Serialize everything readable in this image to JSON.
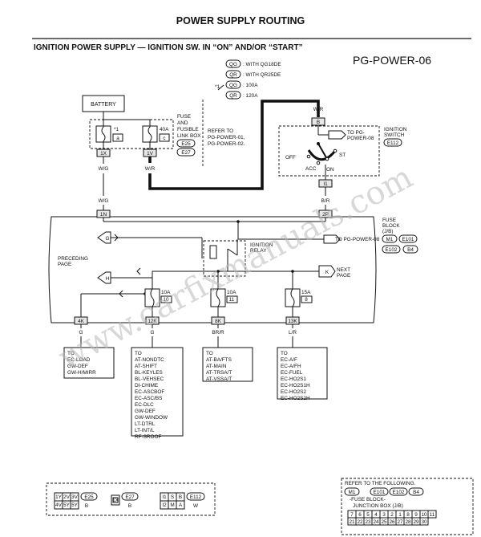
{
  "header": {
    "title": "POWER SUPPLY ROUTING",
    "subtitle": "IGNITION POWER SUPPLY — IGNITION SW. IN “ON” AND/OR “START”",
    "page_id": "PG-POWER-06"
  },
  "legend": {
    "items": [
      {
        "code": "QG",
        "text": ": WITH QG18DE"
      },
      {
        "code": "QR",
        "text": ": WITH QR25DE"
      },
      {
        "code": "QG",
        "text": ": 100A",
        "mark": "*1"
      },
      {
        "code": "QR",
        "text": ": 120A"
      }
    ]
  },
  "battery": {
    "label": "BATTERY"
  },
  "fusible_link_box": {
    "label_lines": [
      "FUSE",
      "AND",
      "FUSIBLE",
      "LINK BOX"
    ],
    "connectors": [
      "E25",
      "E27"
    ],
    "link_a": {
      "mark": "*1",
      "letter": "a"
    },
    "link_c": {
      "rating": "40A",
      "letter": "c"
    },
    "pins": [
      "1X",
      "1V"
    ],
    "refer_lines": [
      "REFER TO",
      "PG-POWER-01,",
      "PG-POWER-02."
    ]
  },
  "wires": {
    "wg_upper": "W/G",
    "wr_upper": "W/R",
    "wr_top": "W/R",
    "wg_lower": "W/G",
    "br": "B/R"
  },
  "ignition_switch": {
    "label_lines": [
      "IGNITION",
      "SWITCH"
    ],
    "connector": "E112",
    "pin_top": "B",
    "pin_bottom": "I1",
    "to_label_lines": [
      "TO PG-",
      "POWER-08"
    ],
    "positions": {
      "off": "OFF",
      "acc": "ACC",
      "on": "ON",
      "st": "ST"
    }
  },
  "fuse_block": {
    "label_lines": [
      "FUSE",
      "BLOCK",
      "(J/B)"
    ],
    "connectors": [
      "M1",
      "E101",
      "E102",
      "B4"
    ],
    "pin_left": "1N",
    "pin_right": "2P",
    "preceding_lines": [
      "PRECEDING",
      "PAGE"
    ],
    "next_lines": [
      "NEXT",
      "PAGE"
    ],
    "relay_lines": [
      "IGNITION",
      "RELAY"
    ],
    "relay_to": "TO PG-POWER-08",
    "conn_g": "G",
    "conn_h": "H",
    "conn_k": "K",
    "fuses": [
      {
        "rating": "10A",
        "num": "10",
        "pin": "12K",
        "wire": "G"
      },
      {
        "rating": "10A",
        "num": "11",
        "pin": "8K",
        "wire": "BR/R"
      },
      {
        "rating": "15A",
        "num": "8",
        "pin": "13K",
        "wire": "L/R"
      }
    ],
    "pin_g": "4K",
    "wire_g": "G"
  },
  "destinations": [
    {
      "lines": [
        "TO",
        "EC-LOAD",
        "GW-DEF",
        "GW-H/MIRR"
      ]
    },
    {
      "lines": [
        "TO",
        "AT-NONDTC",
        "AT-SHIFT",
        "BL-KEYLES",
        "BL-VEHSEC",
        "DI-CHIME",
        "EC-ASCBOF",
        "EC-ASC/BS",
        "EC-DLC",
        "GW-DEF",
        "GW-WINDOW",
        "LT-DTRL",
        "LT-INT/L",
        "RF-SROOF"
      ]
    },
    {
      "lines": [
        "TO",
        "AT-BA/FTS",
        "AT-MAIN",
        "AT-TRSA/T",
        "AT-VSSA/T"
      ]
    },
    {
      "lines": [
        "TO",
        "EC-A/F",
        "EC-A/FH",
        "EC-FUEL",
        "EC-HO2S1",
        "EC-HO2S1H",
        "EC-HO2S2",
        "EC-HO2S2H"
      ]
    }
  ],
  "connector_views": [
    {
      "code": "E25",
      "color": "B",
      "cells": [
        "1Y",
        "2V",
        "3V",
        "4V",
        "5Y",
        "5Y"
      ]
    },
    {
      "code": "E27",
      "color": "B",
      "cells": [
        "1X"
      ]
    },
    {
      "code": "E112",
      "color": "W",
      "cells": [
        "I1",
        "S",
        "B",
        "I2",
        "M",
        "A"
      ]
    }
  ],
  "refer_following": {
    "title": "REFER TO THE FOLLOWING.",
    "connectors": [
      "M1",
      "E101",
      "E102",
      "B4"
    ],
    "desc_lines": [
      "-FUSE BLOCK-",
      "JUNCTION BOX (J/B)"
    ],
    "row1": [
      "7",
      "6",
      "5",
      "4",
      "3",
      "2",
      "1",
      "8",
      "9",
      "10",
      "11"
    ],
    "row2": [
      "21",
      "22",
      "23",
      "24",
      "25",
      "26",
      "27",
      "28",
      "29",
      "30"
    ]
  },
  "watermark": "www.carfixmanuals.com"
}
